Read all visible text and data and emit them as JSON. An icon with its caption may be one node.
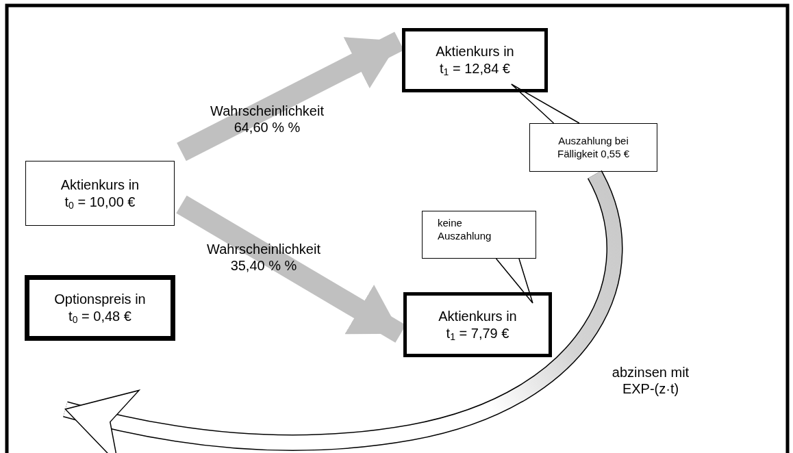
{
  "diagram": {
    "nodes": [
      {
        "text": [
          "Aktienkurs in t$_{0}$ = 10,00 €"
        ]
      },
      {
        "text": [
          "Aktienkurs in t$_{1}$ = 12,84 €"
        ]
      },
      {
        "text": [
          "Aktienkurs in t$_{1}$ = 7,79 €"
        ]
      },
      {
        "text": [
          "Optionspreis in t$_{0}$ = 0,48 €"
        ]
      },
      {
        "text": [
          "Auszahlung bei Fälligkeit 0,55 €"
        ]
      },
      {
        "text": [
          "keine Auszahlung"
        ]
      }
    ],
    "edges": [
      {
        "from": 0,
        "to": 1,
        "arrow": "to",
        "label": "Wahrscheinlichkeit 64,60 % %",
        "style": "thick"
      },
      {
        "from": 0,
        "to": 2,
        "arrow": "to",
        "label": "Wahrscheinlichkeit 35,40 % %",
        "style": "thick"
      },
      {
        "from": 4,
        "to": 1,
        "arrow": "none",
        "color": "#000000"
      },
      {
        "from": 5,
        "to": 2,
        "arrow": "none",
        "color": "#000000"
      },
      {
        "from": 4,
        "to": 3,
        "arrow": "to",
        "label": "abzinsen mit EXP-(z·t)",
        "style": "thick"
      }
    ]
  }
}
